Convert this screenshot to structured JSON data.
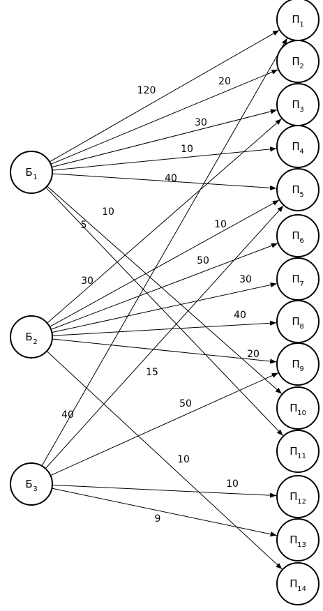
{
  "sources": [
    {
      "id": "B1",
      "letter": "Б",
      "index": "1"
    },
    {
      "id": "B2",
      "letter": "Б",
      "index": "2"
    },
    {
      "id": "B3",
      "letter": "Б",
      "index": "3"
    }
  ],
  "targets": [
    {
      "id": "P1",
      "letter": "П",
      "index": "1"
    },
    {
      "id": "P2",
      "letter": "П",
      "index": "2"
    },
    {
      "id": "P3",
      "letter": "П",
      "index": "3"
    },
    {
      "id": "P4",
      "letter": "П",
      "index": "4"
    },
    {
      "id": "P5",
      "letter": "П",
      "index": "5"
    },
    {
      "id": "P6",
      "letter": "П",
      "index": "6"
    },
    {
      "id": "P7",
      "letter": "П",
      "index": "7"
    },
    {
      "id": "P8",
      "letter": "П",
      "index": "8"
    },
    {
      "id": "P9",
      "letter": "П",
      "index": "9"
    },
    {
      "id": "P10",
      "letter": "П",
      "index": "10"
    },
    {
      "id": "P11",
      "letter": "П",
      "index": "11"
    },
    {
      "id": "P12",
      "letter": "П",
      "index": "12"
    },
    {
      "id": "P13",
      "letter": "П",
      "index": "13"
    },
    {
      "id": "P14",
      "letter": "П",
      "index": "14"
    }
  ],
  "edges": [
    {
      "from": "B1",
      "to": "P1",
      "label": "120"
    },
    {
      "from": "B1",
      "to": "P2",
      "label": "20"
    },
    {
      "from": "B1",
      "to": "P3",
      "label": "30"
    },
    {
      "from": "B1",
      "to": "P4",
      "label": "10"
    },
    {
      "from": "B1",
      "to": "P5",
      "label": "40"
    },
    {
      "from": "B1",
      "to": "P10",
      "label": "10"
    },
    {
      "from": "B1",
      "to": "P11",
      "label": "5"
    },
    {
      "from": "B2",
      "to": "P3",
      "label": "30"
    },
    {
      "from": "B2",
      "to": "P5",
      "label": "10"
    },
    {
      "from": "B2",
      "to": "P6",
      "label": "50"
    },
    {
      "from": "B2",
      "to": "P7",
      "label": "30"
    },
    {
      "from": "B2",
      "to": "P8",
      "label": "40"
    },
    {
      "from": "B2",
      "to": "P9",
      "label": "20"
    },
    {
      "from": "B2",
      "to": "P14",
      "label": "10"
    },
    {
      "from": "B3",
      "to": "P1",
      "label": "40"
    },
    {
      "from": "B3",
      "to": "P5",
      "label": "15"
    },
    {
      "from": "B3",
      "to": "P9",
      "label": "50"
    },
    {
      "from": "B3",
      "to": "P12",
      "label": "10"
    },
    {
      "from": "B3",
      "to": "P13",
      "label": "9"
    }
  ]
}
